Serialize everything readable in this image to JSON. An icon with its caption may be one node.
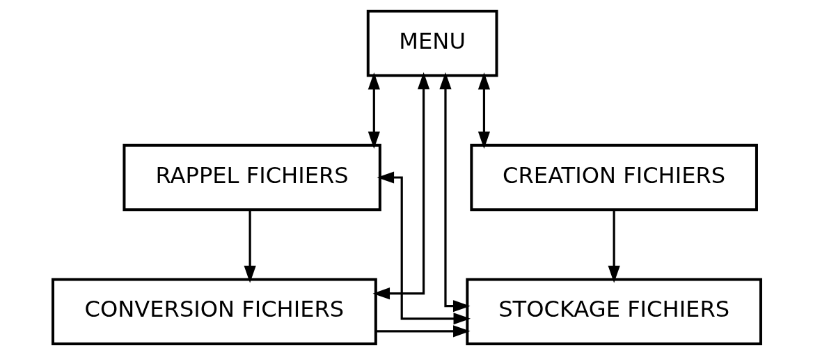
{
  "diagram": {
    "nodes": [
      {
        "text": [
          "MENU"
        ]
      },
      {
        "text": [
          "CREATION FICHIERS"
        ]
      },
      {
        "text": [
          "STOCKAGE FICHIERS"
        ]
      },
      {
        "text": [
          "RAPPEL FICHIERS"
        ]
      },
      {
        "text": [
          "CONVERSION FICHIERS"
        ]
      }
    ],
    "edges": [
      {
        "from": 0,
        "to": 1,
        "arrow": "both"
      },
      {
        "from": 1,
        "to": 2,
        "arrow": "to"
      },
      {
        "from": 2,
        "to": 0,
        "arrow": "both"
      },
      {
        "from": 0,
        "to": 3,
        "arrow": "both"
      },
      {
        "from": 0,
        "to": 4,
        "arrow": "both"
      },
      {
        "from": 2,
        "to": 3,
        "arrow": "both"
      },
      {
        "from": 3,
        "to": 4,
        "arrow": "to"
      },
      {
        "from": 4,
        "to": 2,
        "arrow": "to"
      }
    ]
  }
}
